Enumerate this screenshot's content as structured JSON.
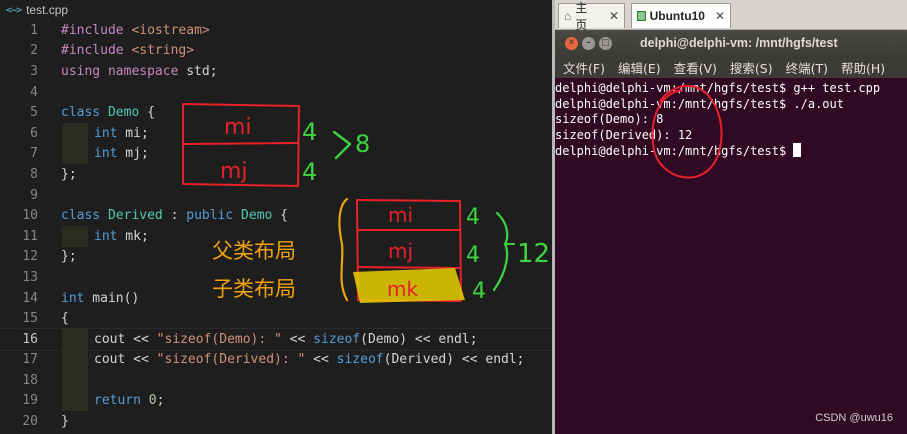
{
  "editor": {
    "tab_icon": "<~>",
    "tab_label": "test.cpp",
    "lines": [
      {
        "n": "1"
      },
      {
        "n": "2"
      },
      {
        "n": "3"
      },
      {
        "n": "4"
      },
      {
        "n": "5"
      },
      {
        "n": "6"
      },
      {
        "n": "7"
      },
      {
        "n": "8"
      },
      {
        "n": "9"
      },
      {
        "n": "10"
      },
      {
        "n": "11"
      },
      {
        "n": "12"
      },
      {
        "n": "13"
      },
      {
        "n": "14"
      },
      {
        "n": "15"
      },
      {
        "n": "16"
      },
      {
        "n": "17"
      },
      {
        "n": "18"
      },
      {
        "n": "19"
      },
      {
        "n": "20"
      }
    ],
    "code": {
      "l1": {
        "a": "#include ",
        "b": "<iostream>"
      },
      "l2": {
        "a": "#include ",
        "b": "<string>"
      },
      "l3": {
        "a": "using namespace ",
        "b": "std;"
      },
      "l5": {
        "a": "class ",
        "b": "Demo",
        "c": " {"
      },
      "l6": {
        "a": "int",
        "b": " mi;"
      },
      "l7": {
        "a": "int",
        "b": " mj;"
      },
      "l8": "};",
      "l10": {
        "a": "class ",
        "b": "Derived",
        "c": " : ",
        "d": "public ",
        "e": "Demo",
        "f": " {"
      },
      "l11": {
        "a": "int",
        "b": " mk;"
      },
      "l12": "};",
      "l14": {
        "a": "int",
        "b": " main()"
      },
      "l15": "{",
      "l16": {
        "a": "cout << ",
        "b": "\"sizeof(Demo): \"",
        "c": " << ",
        "d": "sizeof",
        "e": "(Demo) << endl;"
      },
      "l17": {
        "a": "cout << ",
        "b": "\"sizeof(Derived): \"",
        "c": " << ",
        "d": "sizeof",
        "e": "(Derived) << endl;"
      },
      "l19": {
        "a": "return ",
        "b": "0",
        "c": ";"
      },
      "l20": "}"
    }
  },
  "browser_tabs": [
    {
      "label": "主页",
      "icon": "home-icon"
    },
    {
      "label": "Ubuntu10",
      "icon": "vm-icon"
    }
  ],
  "terminal": {
    "title": "delphi@delphi-vm: /mnt/hgfs/test",
    "menu": [
      "文件(F)",
      "编辑(E)",
      "查看(V)",
      "搜索(S)",
      "终端(T)",
      "帮助(H)"
    ],
    "lines": [
      "delphi@delphi-vm:/mnt/hgfs/test$ g++ test.cpp",
      "delphi@delphi-vm:/mnt/hgfs/test$ ./a.out",
      "sizeof(Demo): 8",
      "sizeof(Derived): 12",
      "delphi@delphi-vm:/mnt/hgfs/test$ "
    ]
  },
  "annotations": {
    "demo_fields": [
      "mi",
      "mj"
    ],
    "demo_sizes": [
      "4",
      "4"
    ],
    "demo_total": "8",
    "derived_fields": [
      "mi",
      "mj",
      "mk"
    ],
    "derived_sizes": [
      "4",
      "4",
      "4"
    ],
    "derived_total": "12",
    "label_parent": "父类布局",
    "label_child": "子类布局",
    "ink_red": "#e8202a",
    "ink_green": "#3ed43e",
    "ink_orange": "#f0a20a",
    "highlight": "#e8d000"
  },
  "watermark": "CSDN @uwu16"
}
